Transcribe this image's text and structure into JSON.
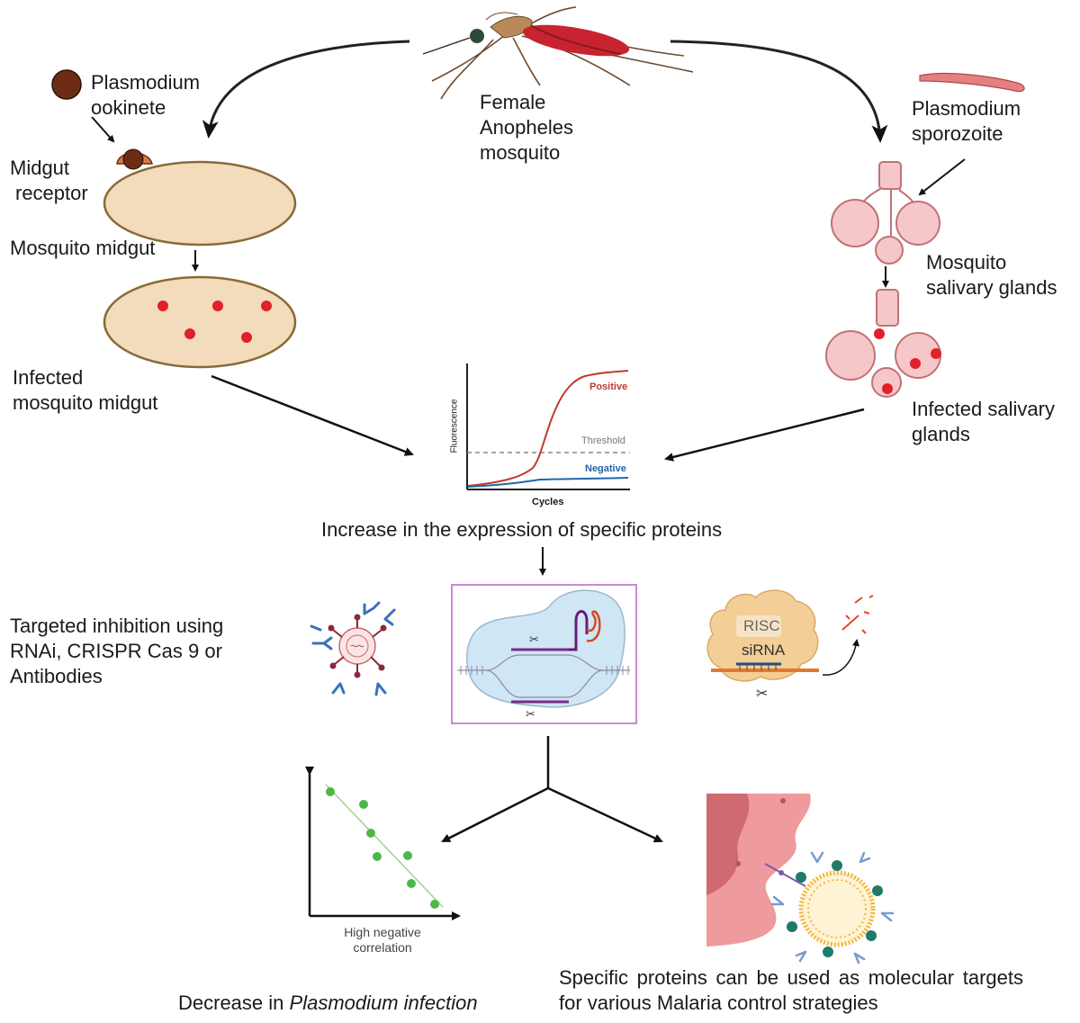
{
  "labels": {
    "ookinete": [
      "Plasmodium",
      "ookinete"
    ],
    "mosquito": [
      "Female",
      "Anopheles",
      "mosquito"
    ],
    "sporozoite": [
      "Plasmodium",
      "sporozoite"
    ],
    "midgut_receptor": [
      "Midgut",
      "receptor"
    ],
    "mosquito_midgut": "Mosquito midgut",
    "salivary_glands": [
      "Mosquito",
      "salivary glands"
    ],
    "infected_midgut": [
      "Infected",
      "mosquito midgut"
    ],
    "infected_glands": [
      "Infected salivary",
      "glands"
    ],
    "increase": "Increase in the expression of specific proteins",
    "inhibition": [
      "Targeted inhibition using",
      "RNAi, CRISPR Cas 9 or",
      "Antibodies"
    ],
    "decrease_prefix": "Decrease in ",
    "decrease_italic": "Plasmodium infection",
    "targets": "Specific proteins can be used as molecular targets for various Malaria control strategies"
  },
  "qpcr": {
    "ylabel": "Fluorescence",
    "xlabel": "Cycles",
    "positive": "Positive",
    "threshold": "Threshold",
    "negative": "Negative"
  },
  "risc": {
    "complex": "RISC",
    "sirna": "siRNA"
  },
  "correlation": {
    "caption": [
      "High negative",
      "correlation"
    ]
  },
  "colors": {
    "midgut_fill": "#f2dcbc",
    "midgut_stroke": "#8a6a3a",
    "parasite_red": "#e0202a",
    "gland_fill": "#f5c7c9",
    "gland_stroke": "#c07278",
    "positive_curve": "#c0392b",
    "negative_curve": "#2266aa",
    "crispr_frame": "#c98ad6",
    "green_points": "#4db848",
    "cell_pink": "#ef9a9c",
    "nanoparticle": "#f3b73c"
  }
}
